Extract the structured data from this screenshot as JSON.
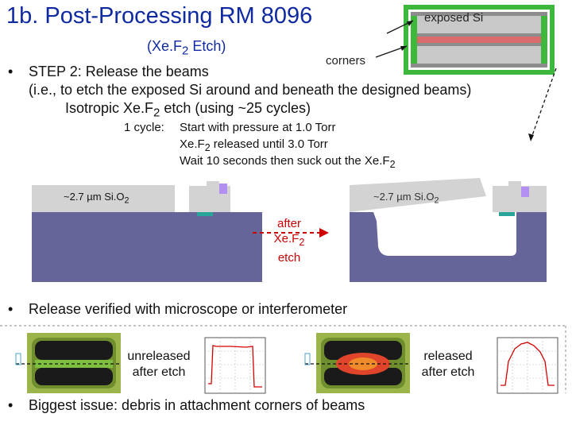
{
  "slide": {
    "title": "1b. Post-Processing RM 8096",
    "subtitle_main": "(Xe.F",
    "subtitle_sub": "2",
    "subtitle_end": " Etch)",
    "callout_exposed": "exposed Si",
    "callout_corners": "corners",
    "bullet_mark": "•",
    "step2": {
      "heading": "STEP 2:  Release the beams",
      "explanation": "(i.e., to etch the exposed Si around and beneath the designed beams)",
      "etch_pre": "Isotropic Xe.F",
      "etch_sub": "2",
      "etch_post": " etch (using ~25 cycles)",
      "cycle_label": "1 cycle:",
      "cycle_line1": "Start with pressure at 1.0 Torr",
      "cycle_line2_pre": "Xe.F",
      "cycle_line2_sub": "2",
      "cycle_line2_post": " released until 3.0 Torr",
      "cycle_line3_pre": "Wait 10 seconds then suck out the Xe.F",
      "cycle_line3_sub": "2"
    },
    "cross_section": {
      "oxide_left_pre": "~2.7 µm Si.O",
      "oxide_left_sub": "2",
      "oxide_right_pre": "~2.7 µm Si.O",
      "oxide_right_sub": "2",
      "arrow_line1": "after",
      "arrow_line2_pre": "Xe.F",
      "arrow_line2_sub": "2",
      "arrow_line3": "etch"
    },
    "release_bullet": "Release verified with microscope or interferometer",
    "unreleased_line1": "unreleased",
    "unreleased_line2": "after etch",
    "released_line1": "released",
    "released_line2": "after etch",
    "issue_bullet": "Biggest issue: debris in attachment corners of beams"
  },
  "colors": {
    "title_blue": "#0f2aa0",
    "substrate": "#66659a",
    "oxide": "#d3d3d3",
    "arrow_red": "#cc0000",
    "beam_green": "#3db83d"
  }
}
